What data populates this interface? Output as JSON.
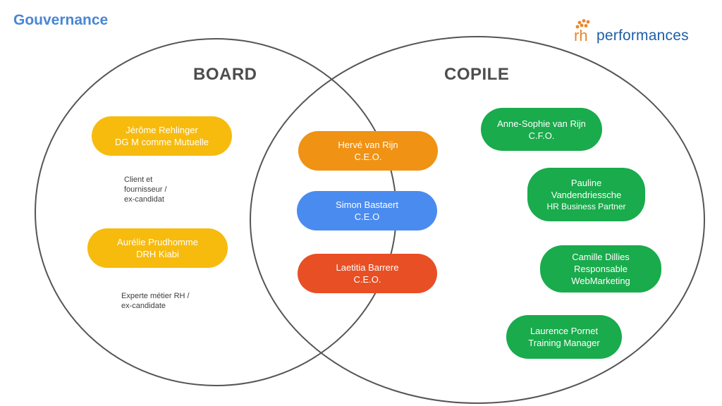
{
  "header": {
    "title": "Gouvernance"
  },
  "logo": {
    "prefix": "rh",
    "word": "performances"
  },
  "board": {
    "title": "BOARD",
    "members": [
      {
        "name": "Jérôme Rehlinger",
        "role": "DG M comme Mutuelle"
      },
      {
        "name": "Aurélie Prudhomme",
        "role": "DRH Kiabi"
      }
    ],
    "notes": [
      {
        "lines": [
          "Client et",
          "fournisseur /",
          "ex-candidat"
        ]
      },
      {
        "lines": [
          "Experte métier RH /",
          "ex-candidate"
        ]
      }
    ]
  },
  "shared": {
    "members": [
      {
        "name": "Hervé van Rijn",
        "role": "C.E.O."
      },
      {
        "name": "Simon Bastaert",
        "role": "C.E.O"
      },
      {
        "name": "Laetitia Barrere",
        "role": "C.E.O."
      }
    ]
  },
  "copile": {
    "title": "COPILE",
    "members": [
      {
        "line1": "Anne-Sophie van Rijn",
        "line2": "C.F.O."
      },
      {
        "line1": "Pauline",
        "line2": "Vandendriessche",
        "line3": "HR Business Partner"
      },
      {
        "line1": "Camille Dillies",
        "line2": "Responsable",
        "line3": "WebMarketing"
      },
      {
        "line1": "Laurence Pornet",
        "line2": "Training Manager"
      }
    ]
  },
  "colors": {
    "board_member": "#f7bb0e",
    "shared_1": "#f09214",
    "shared_2": "#4a8bf0",
    "shared_3": "#e84f24",
    "copile_member": "#19ab4c",
    "circle_stroke": "#555555"
  }
}
